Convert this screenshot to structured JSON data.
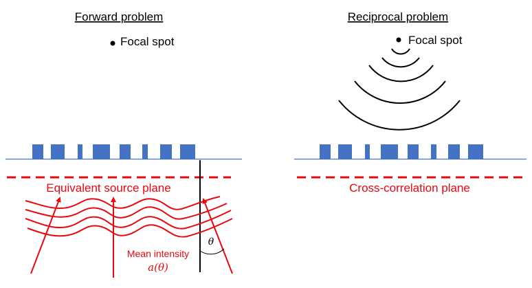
{
  "forward": {
    "title": "Forward problem",
    "focal_label": "Focal spot",
    "plane_label": "Equivalent source plane",
    "mean_intensity_label": "Mean intensity",
    "mean_intensity_symbol": "a(θ)",
    "angle_symbol": "θ"
  },
  "reciprocal": {
    "title": "Reciprocal problem",
    "focal_label": "Focal spot",
    "plane_label": "Cross-correlation plane"
  },
  "colors": {
    "element_blue": "#4472C4",
    "surface_line": "#4472C4",
    "red": "#E8080E",
    "black": "#000000"
  }
}
